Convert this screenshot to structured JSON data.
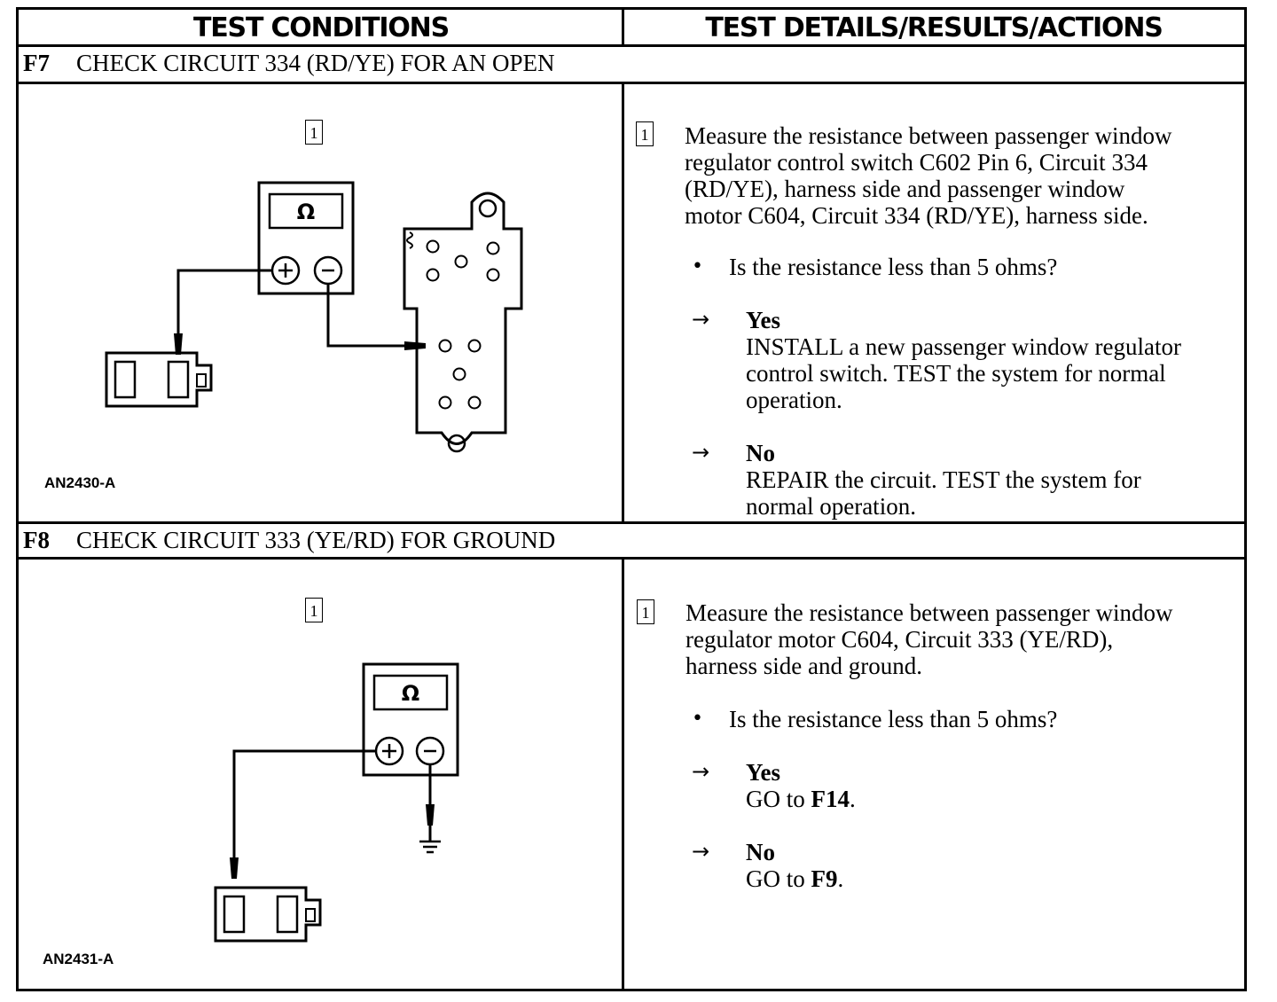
{
  "header": {
    "col1": "TEST CONDITIONS",
    "col2": "TEST DETAILS/RESULTS/ACTIONS"
  },
  "sections": [
    {
      "id": "F7",
      "title": "CHECK CIRCUIT 334 (RD/YE) FOR AN OPEN",
      "figure_label": "AN2430-A",
      "figure_step": "1",
      "meter_symbol": "Ω",
      "step_number": "1",
      "step_lines": [
        "Measure the resistance between passenger window",
        "regulator control switch C602 Pin 6, Circuit 334",
        "(RD/YE), harness side and passenger window",
        "motor C604, Circuit 334 (RD/YE), harness side."
      ],
      "question": "Is the resistance less than 5 ohms?",
      "yes_label": "Yes",
      "yes_lines": [
        "INSTALL a new passenger window regulator",
        "control switch. TEST the system for normal",
        "operation."
      ],
      "no_label": "No",
      "no_lines": [
        "REPAIR the circuit. TEST the system for",
        "normal operation."
      ]
    },
    {
      "id": "F8",
      "title": "CHECK CIRCUIT 333 (YE/RD) FOR GROUND",
      "figure_label": "AN2431-A",
      "figure_step": "1",
      "meter_symbol": "Ω",
      "step_number": "1",
      "step_lines": [
        "Measure the resistance between passenger window",
        "regulator motor C604, Circuit 333 (YE/RD),",
        "harness side and ground."
      ],
      "question": "Is the resistance less than 5 ohms?",
      "yes_label": "Yes",
      "yes_text": "GO to ",
      "yes_ref": "F14",
      "yes_end": ".",
      "no_label": "No",
      "no_text": "GO to ",
      "no_ref": "F9",
      "no_end": "."
    }
  ],
  "symbols": {
    "arrow": "→",
    "bullet": "•",
    "plus": "+",
    "minus": "−"
  }
}
